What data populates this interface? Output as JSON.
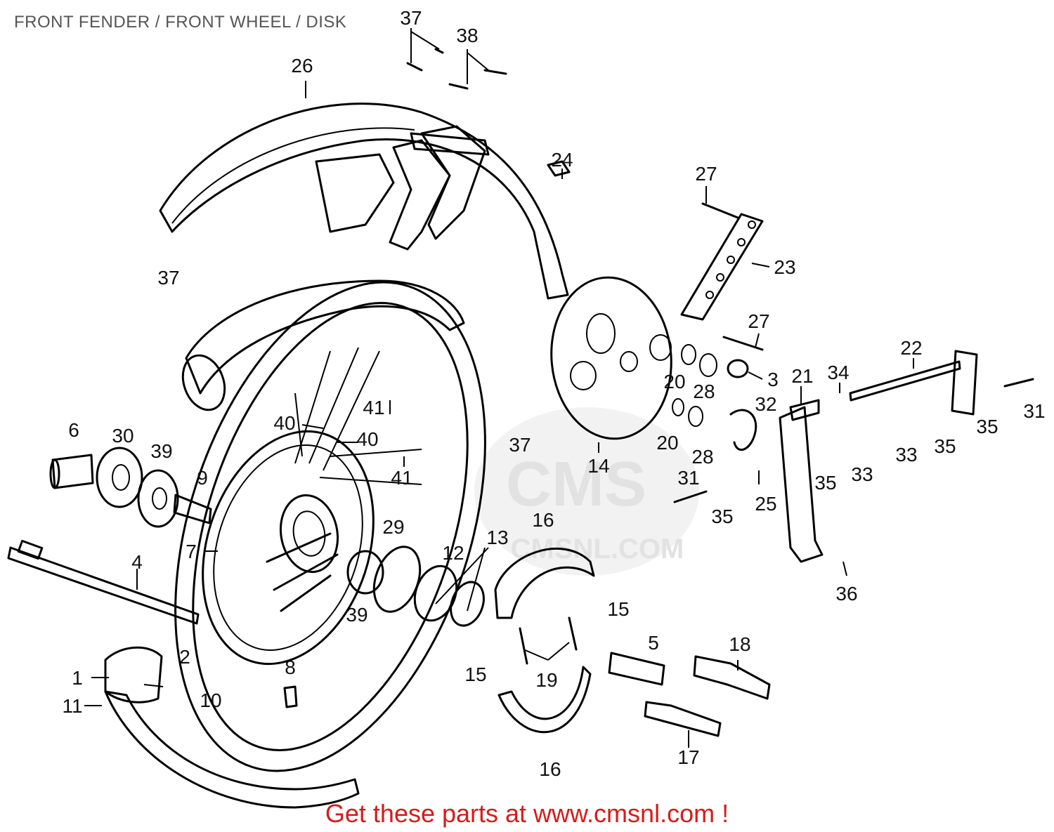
{
  "title": "FRONT FENDER / FRONT WHEEL / DISK",
  "footer": "Get these parts at www.cmsnl.com !",
  "watermark": {
    "logo": "CMS",
    "url": "CMSNL.COM"
  },
  "colors": {
    "title": "#555555",
    "footer": "#d41c1c",
    "lines": "#000000",
    "watermark": "#e2e2e2"
  },
  "callouts": [
    "1",
    "2",
    "3",
    "4",
    "5",
    "6",
    "7",
    "8",
    "9",
    "10",
    "11",
    "12",
    "13",
    "14",
    "15",
    "15",
    "16",
    "16",
    "17",
    "18",
    "19",
    "20",
    "20",
    "21",
    "22",
    "23",
    "24",
    "25",
    "26",
    "27",
    "27",
    "28",
    "28",
    "29",
    "30",
    "31",
    "31",
    "32",
    "33",
    "33",
    "34",
    "35",
    "35",
    "35",
    "35",
    "36",
    "37",
    "37",
    "37",
    "38",
    "39",
    "39",
    "40",
    "40",
    "41",
    "41"
  ]
}
